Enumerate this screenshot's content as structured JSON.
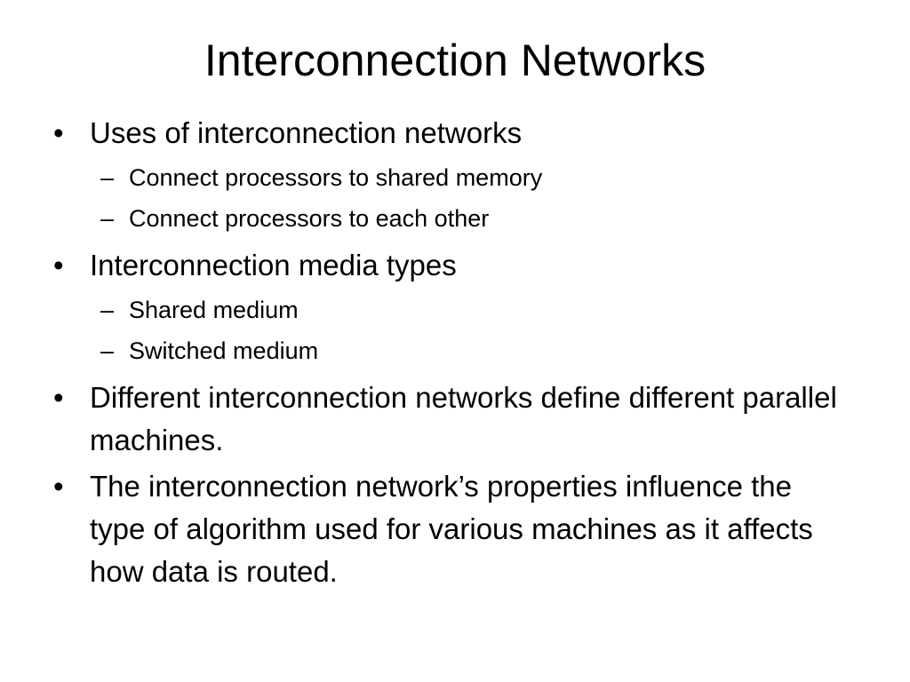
{
  "slide": {
    "title": "Interconnection Networks",
    "bullets": [
      {
        "text": "Uses of interconnection networks",
        "subitems": [
          "Connect processors to shared memory",
          "Connect processors to each other"
        ]
      },
      {
        "text": "Interconnection media types",
        "subitems": [
          "Shared medium",
          "Switched medium"
        ]
      },
      {
        "text": "Different interconnection networks define different parallel machines.",
        "subitems": []
      },
      {
        "text": "The interconnection network’s properties influence the type of algorithm used for various machines as it affects how data is routed.",
        "subitems": []
      }
    ],
    "bullet_symbol": "•",
    "sub_symbol": "–"
  }
}
